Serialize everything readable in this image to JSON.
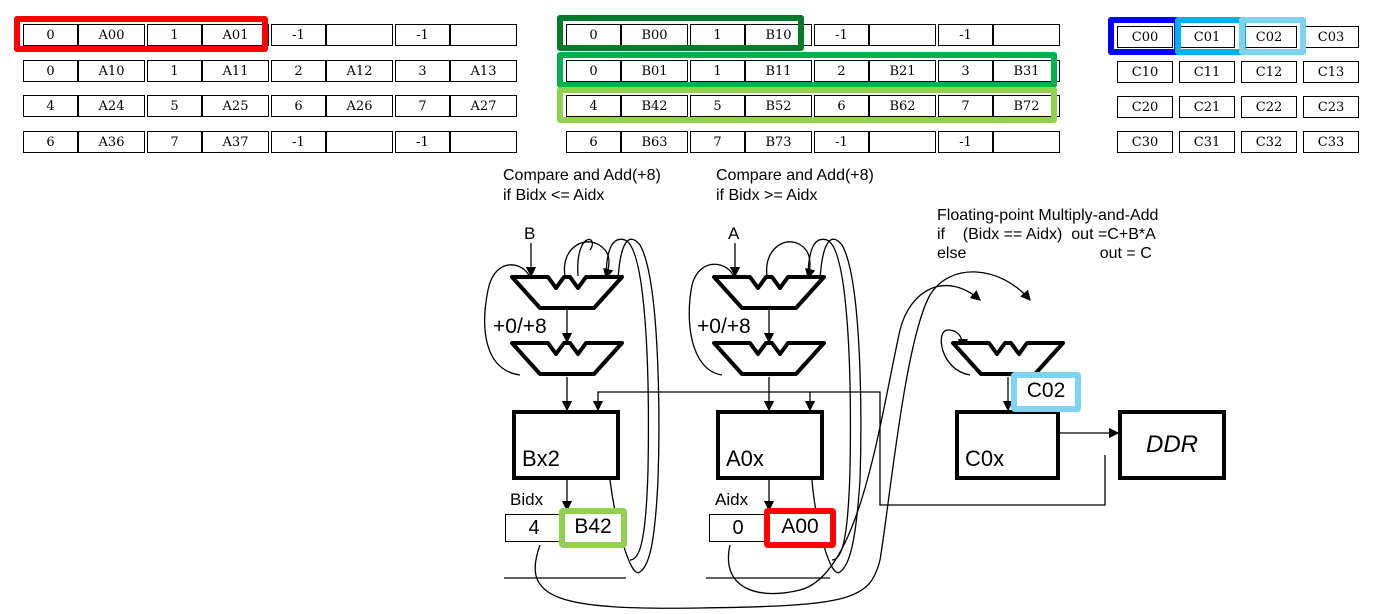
{
  "matrix_a": {
    "rows": [
      [
        "0",
        "A00",
        "1",
        "A01",
        "-1",
        "",
        "-1",
        ""
      ],
      [
        "0",
        "A10",
        "1",
        "A11",
        "2",
        "A12",
        "3",
        "A13"
      ],
      [
        "4",
        "A24",
        "5",
        "A25",
        "6",
        "A26",
        "7",
        "A27"
      ],
      [
        "6",
        "A36",
        "7",
        "A37",
        "-1",
        "",
        "-1",
        ""
      ]
    ]
  },
  "matrix_b": {
    "rows": [
      [
        "0",
        "B00",
        "1",
        "B10",
        "-1",
        "",
        "-1",
        ""
      ],
      [
        "0",
        "B01",
        "1",
        "B11",
        "2",
        "B21",
        "3",
        "B31"
      ],
      [
        "4",
        "B42",
        "5",
        "B52",
        "6",
        "B62",
        "7",
        "B72"
      ],
      [
        "6",
        "B63",
        "7",
        "B73",
        "-1",
        "",
        "-1",
        ""
      ]
    ]
  },
  "matrix_c": {
    "rows": [
      [
        "C00",
        "C01",
        "C02",
        "C03"
      ],
      [
        "C10",
        "C11",
        "C12",
        "C13"
      ],
      [
        "C20",
        "C21",
        "C22",
        "C23"
      ],
      [
        "C30",
        "C31",
        "C32",
        "C33"
      ]
    ]
  },
  "colors": {
    "red": "#ff0000",
    "dark_green": "#007a2a",
    "green": "#00b050",
    "light_green": "#92d050",
    "blue": "#0000ff",
    "cyan": "#00b0f0",
    "light_cyan": "#7fd3ee"
  },
  "labels": {
    "compare_b_line1": "Compare and Add(+8)",
    "compare_b_line2": "if Bidx <= Aidx",
    "compare_a_line1": "Compare and Add(+8)",
    "compare_a_line2": "if Bidx >= Aidx",
    "fma_line1": "Floating-point Multiply-and-Add",
    "fma_line2": "if    (Bidx == Aidx)  out =C+B*A",
    "fma_line3": "else                              out = C",
    "input_b": "B",
    "input_a": "A",
    "offset_b": "+0/+8",
    "offset_a": "+0/+8",
    "reg_b": "Bx2",
    "reg_a": "A0x",
    "reg_c": "C0x",
    "ddr": "DDR",
    "bidx_label": "Bidx",
    "aidx_label": "Aidx",
    "bidx_value": "4",
    "aidx_value": "0",
    "b_value": "B42",
    "a_value": "A00",
    "c_value": "C02"
  }
}
